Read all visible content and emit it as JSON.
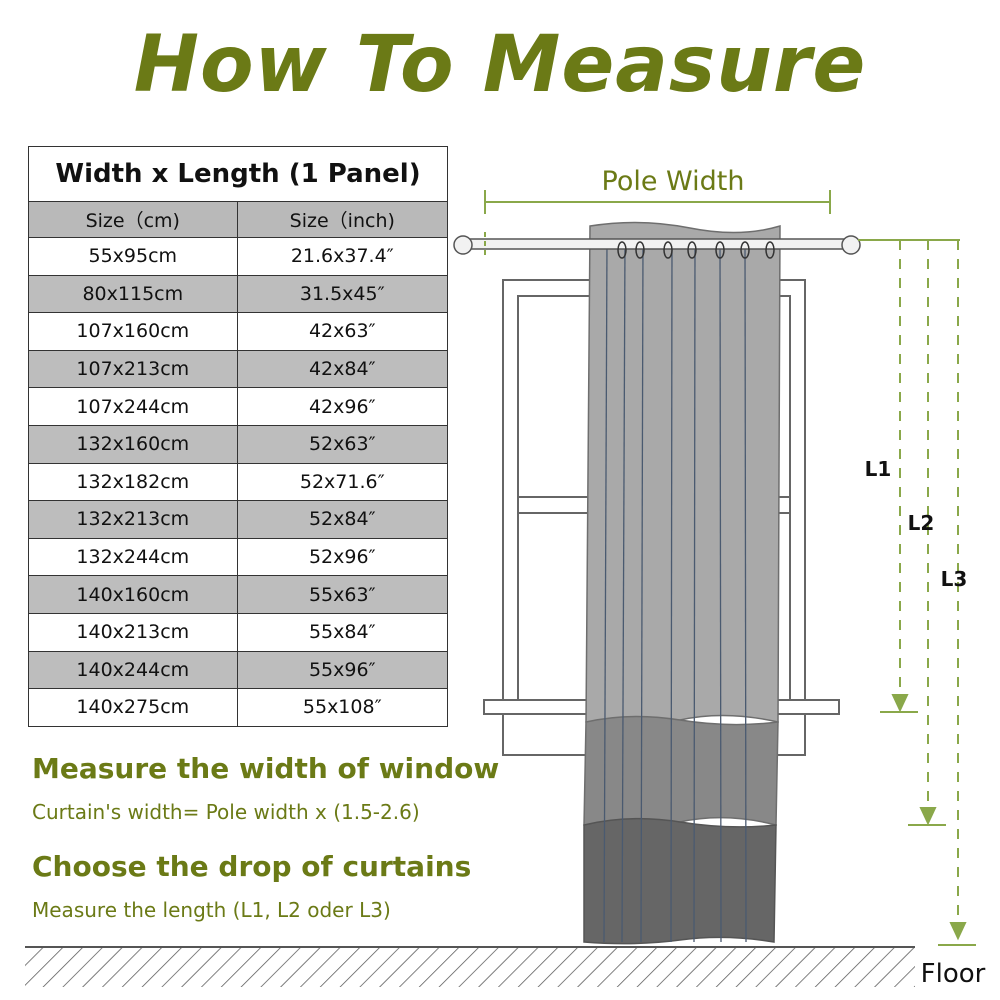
{
  "title": "How To Measure",
  "table": {
    "header": "Width x Length (1 Panel)",
    "columns": [
      "Size（cm)",
      "Size（inch)"
    ],
    "rows": [
      [
        "55x95cm",
        "21.6x37.4″"
      ],
      [
        "80x115cm",
        "31.5x45″"
      ],
      [
        "107x160cm",
        "42x63″"
      ],
      [
        "107x213cm",
        "42x84″"
      ],
      [
        "107x244cm",
        "42x96″"
      ],
      [
        "132x160cm",
        "52x63″"
      ],
      [
        "132x182cm",
        "52x71.6″"
      ],
      [
        "132x213cm",
        "52x84″"
      ],
      [
        "132x244cm",
        "52x96″"
      ],
      [
        "140x160cm",
        "55x63″"
      ],
      [
        "140x213cm",
        "55x84″"
      ],
      [
        "140x244cm",
        "55x96″"
      ],
      [
        "140x275cm",
        "55x108″"
      ]
    ]
  },
  "instructions": {
    "width_heading": "Measure the width of window",
    "width_text": "Curtain's width= Pole width x (1.5-2.6)",
    "drop_heading": "Choose the drop of curtains",
    "drop_text": "Measure the length (L1, L2 oder L3)"
  },
  "diagram": {
    "pole_width_label": "Pole Width",
    "l1_label": "L1",
    "l2_label": "L2",
    "l3_label": "L3",
    "floor_label": "Floor"
  },
  "colors": {
    "accent_green": "#6b7a16",
    "measure_green": "#8aa84a",
    "curtain_light": "#a9a9a9",
    "curtain_mid": "#888888",
    "curtain_dark": "#666666"
  }
}
